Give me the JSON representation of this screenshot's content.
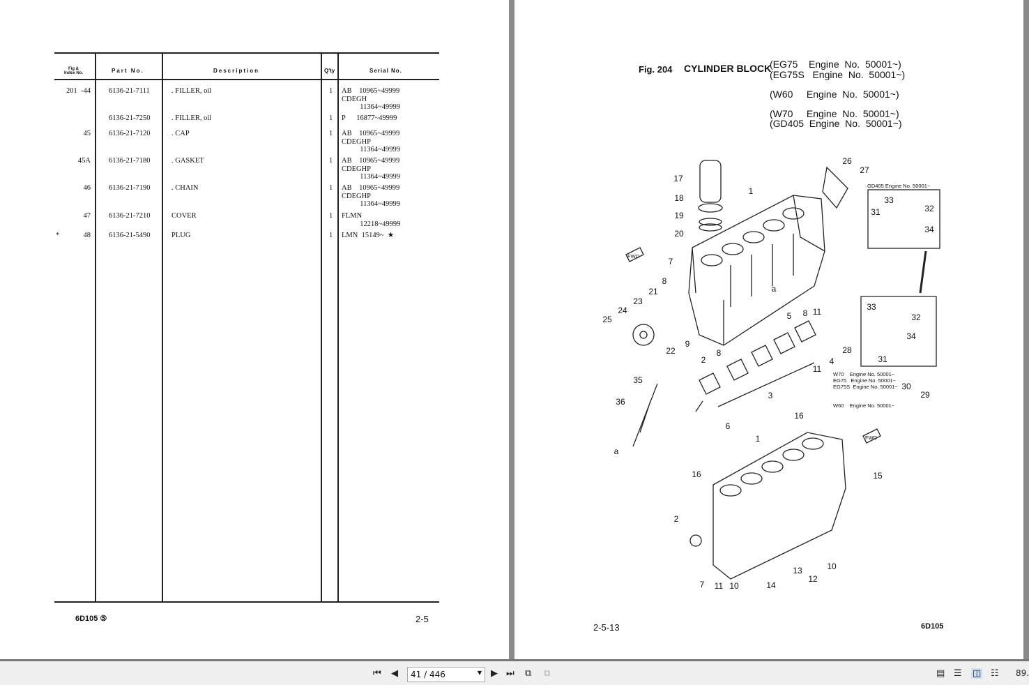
{
  "left_page": {
    "headers": {
      "fig": "Fig &\nIndex No.",
      "part": "Part No.",
      "desc": "Description",
      "qty": "Q'ty",
      "serial": "Serial No."
    },
    "rows": [
      {
        "mark": "",
        "fig": "201  -44",
        "part": "6136-21-7111",
        "desc": ". FILLER, oil",
        "qty": "1",
        "serial": "AB    10965~49999\nCDEGH\n          11364~49999"
      },
      {
        "mark": "",
        "fig": "",
        "part": "6136-21-7250",
        "desc": ". FILLER, oil",
        "qty": "1",
        "serial": "P      16877~49999"
      },
      {
        "mark": "",
        "fig": "45",
        "part": "6136-21-7120",
        "desc": ". CAP",
        "qty": "1",
        "serial": "AB    10965~49999\nCDEGHP\n          11364~49999"
      },
      {
        "mark": "",
        "fig": "45A",
        "part": "6136-21-7180",
        "desc": ". GASKET",
        "qty": "1",
        "serial": "AB    10965~49999\nCDEGHP\n          11364~49999"
      },
      {
        "mark": "",
        "fig": "46",
        "part": "6136-21-7190",
        "desc": ". CHAIN",
        "qty": "1",
        "serial": "AB    10965~49999\nCDEGHP\n          11364~49999"
      },
      {
        "mark": "",
        "fig": "47",
        "part": "6136-21-7210",
        "desc": "COVER",
        "qty": "1",
        "serial": "FLMN\n          12218~49999"
      },
      {
        "mark": "*",
        "fig": "48",
        "part": "6136-21-5490",
        "desc": "PLUG",
        "qty": "1",
        "serial": "LMN  15149~  ★"
      }
    ],
    "footer_left": "6D105 ⑤",
    "footer_right": "2-5"
  },
  "right_page": {
    "fig_no": "Fig. 204",
    "fig_title": "CYLINDER BLOCK",
    "models": [
      "(EG75    Engine  No.  50001~)",
      "(EG75S   Engine  No.  50001~)",
      "(W60     Engine  No.  50001~)",
      "(W70     Engine  No.  50001~)",
      "(GD405  Engine  No.  50001~)"
    ],
    "callouts": [
      "17",
      "18",
      "19",
      "20",
      "1",
      "26",
      "27",
      "33",
      "32",
      "31",
      "34",
      "7",
      "8",
      "21",
      "23",
      "24",
      "25",
      "a",
      "5",
      "8",
      "11",
      "9",
      "22",
      "8",
      "2",
      "28",
      "4",
      "11",
      "33",
      "32",
      "34",
      "31",
      "3",
      "35",
      "36",
      "6",
      "a",
      "16",
      "1",
      "16",
      "15",
      "2",
      "7",
      "11",
      "10",
      "14",
      "13",
      "12",
      "10",
      "30",
      "29"
    ],
    "notes": [
      "GD405 Engine No. 50001~",
      "W70    Engine No. 50001~",
      "EG75   Engine No. 50001~",
      "EG75S  Engine No. 50001~",
      "W60    Engine No. 50001~",
      "FWD",
      "FWD"
    ],
    "footer_left": "2-5-13",
    "footer_right": "6D105"
  },
  "toolbar": {
    "page_value": "41 / 446",
    "zoom": "89."
  }
}
